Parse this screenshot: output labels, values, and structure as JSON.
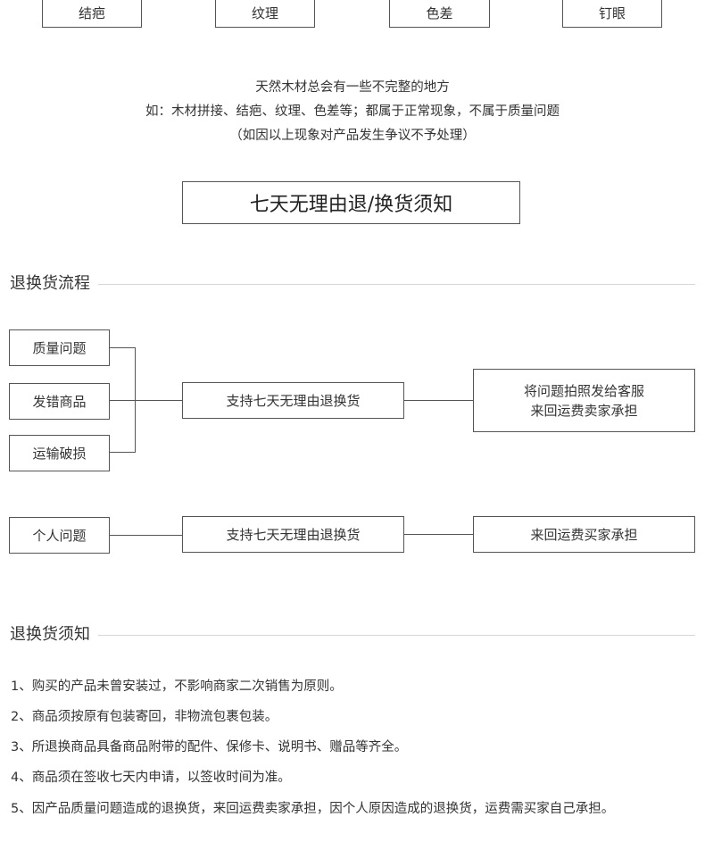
{
  "tags": [
    "结疤",
    "纹理",
    "色差",
    "钉眼"
  ],
  "intro": {
    "line1": "天然木材总会有一些不完整的地方",
    "line2": "如：木材拼接、结疤、纹理、色差等；都属于正常现象，不属于质量问题",
    "line3": "（如因以上现象对产品发生争议不予处理）"
  },
  "policy_title": "七天无理由退/换货须知",
  "process": {
    "section_title": "退换货流程",
    "group1": {
      "reasons": [
        "质量问题",
        "发错商品",
        "运输破损"
      ],
      "middle": "支持七天无理由退换货",
      "result_line1": "将问题拍照发给客服",
      "result_line2": "来回运费卖家承担"
    },
    "group2": {
      "reason": "个人问题",
      "middle": "支持七天无理由退换货",
      "result": "来回运费买家承担"
    }
  },
  "notice": {
    "section_title": "退换货须知",
    "items": [
      "1、购买的产品未曾安装过，不影响商家二次销售为原则。",
      "2、商品须按原有包装寄回，非物流包裹包装。",
      "3、所退换商品具备商品附带的配件、保修卡、说明书、赠品等齐全。",
      "4、商品须在签收七天内申请，以签收时间为准。",
      "5、因产品质量问题造成的退换货，来回运费卖家承担，因个人原因造成的退换货，运费需买家自己承担。"
    ]
  }
}
